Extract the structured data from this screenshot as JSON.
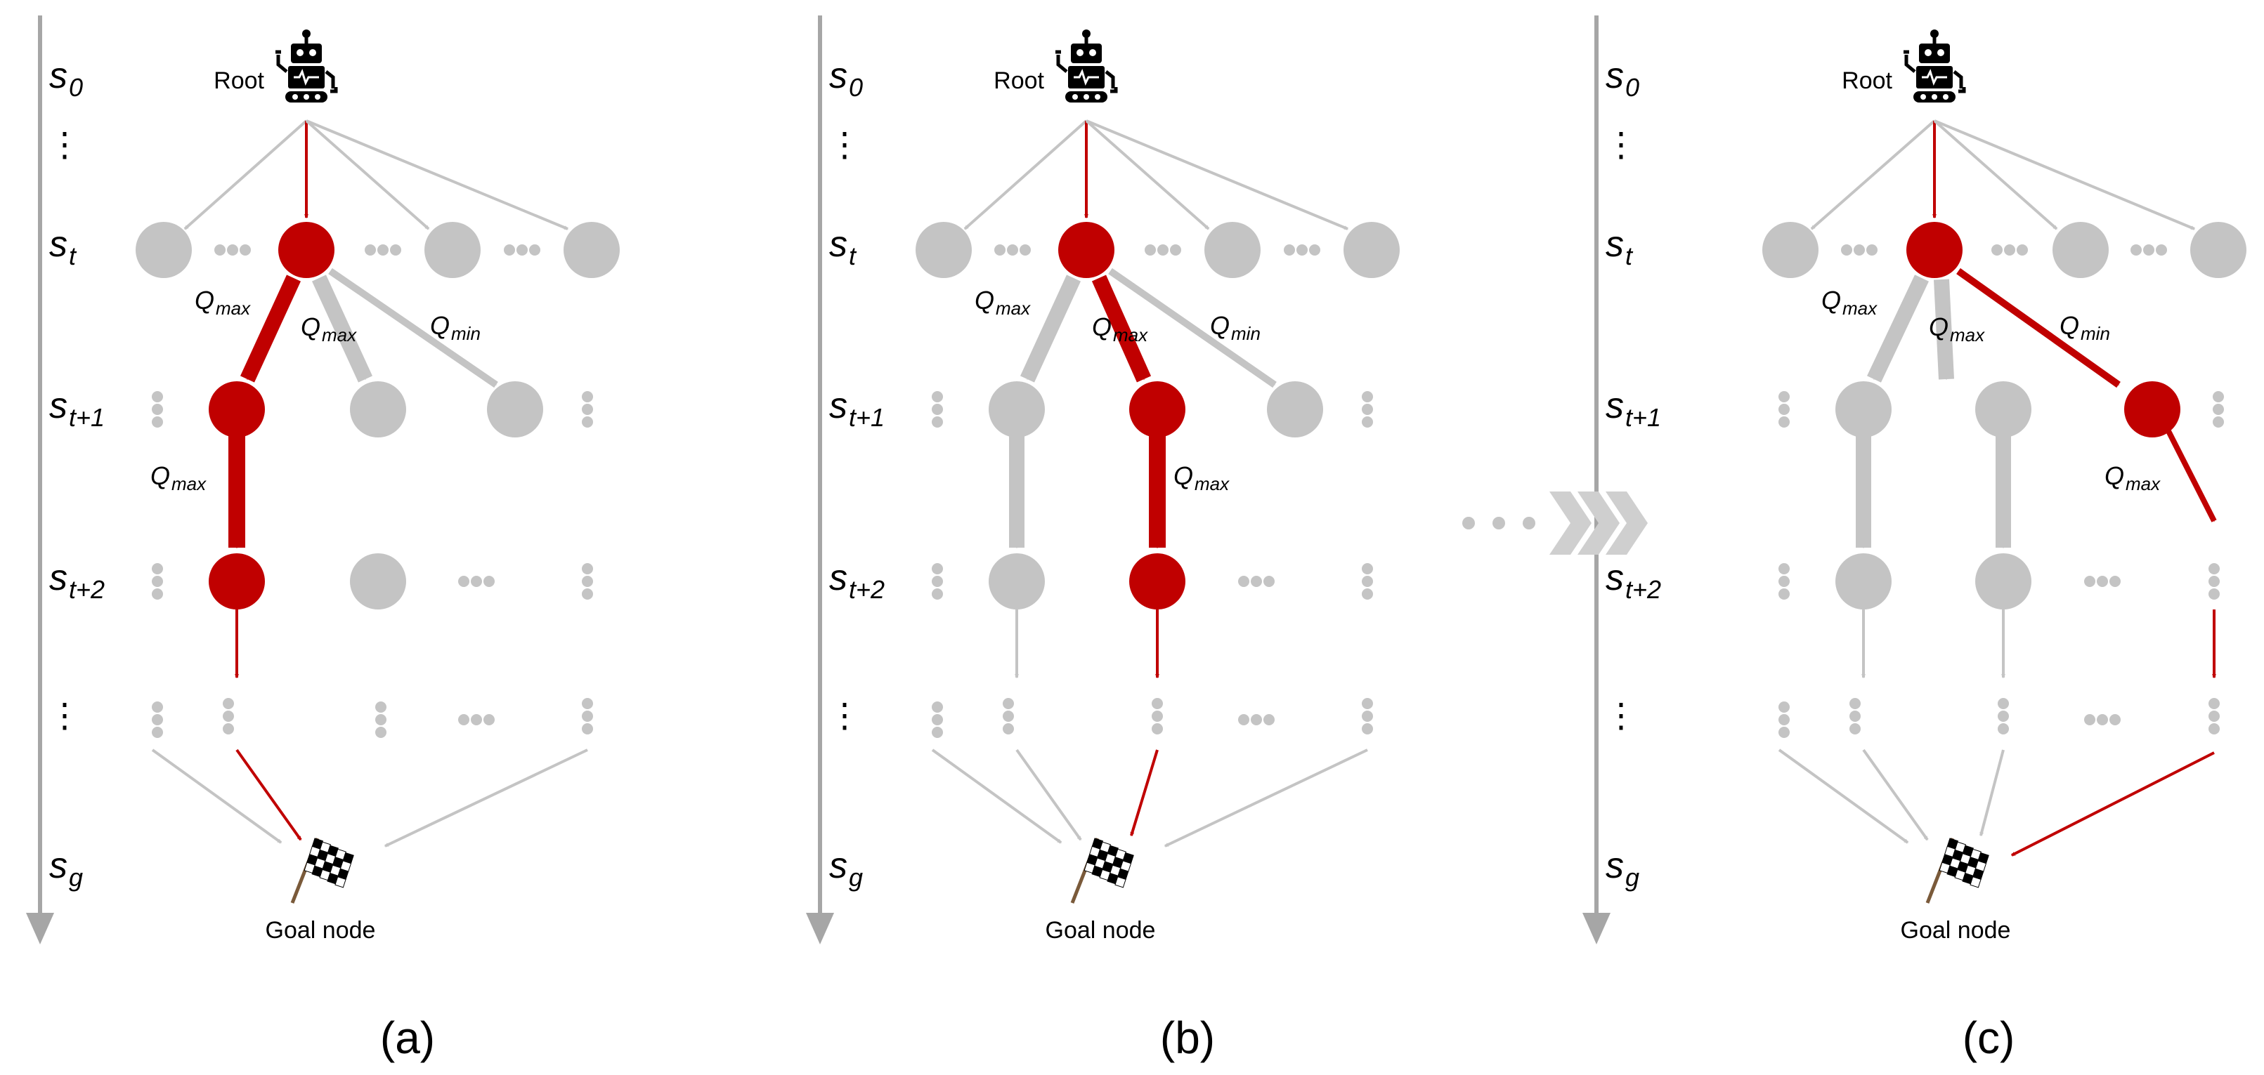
{
  "colors": {
    "gray": "#c4c4c4",
    "axis": "#a6a6a6",
    "red": "#c00000",
    "text": "#000000"
  },
  "icons": {
    "root": "robot-icon",
    "goal": "checkered-flag-icon",
    "transition": "chevron-right-icon"
  },
  "state_labels": {
    "s0": {
      "base": "s",
      "sub": "0"
    },
    "st": {
      "base": "s",
      "sub": "t"
    },
    "st1": {
      "base": "s",
      "sub": "t+1"
    },
    "st2": {
      "base": "s",
      "sub": "t+2"
    },
    "sg": {
      "base": "s",
      "sub": "g"
    },
    "ellipsis": "⋮"
  },
  "root_label": "Root",
  "goal_label": "Goal node",
  "q_labels": {
    "max": "max",
    "min": "min",
    "base": "Q"
  },
  "panels": [
    {
      "id": "a",
      "label": "(a)"
    },
    {
      "id": "b",
      "label": "(b)"
    },
    {
      "id": "c",
      "label": "(c)"
    }
  ]
}
